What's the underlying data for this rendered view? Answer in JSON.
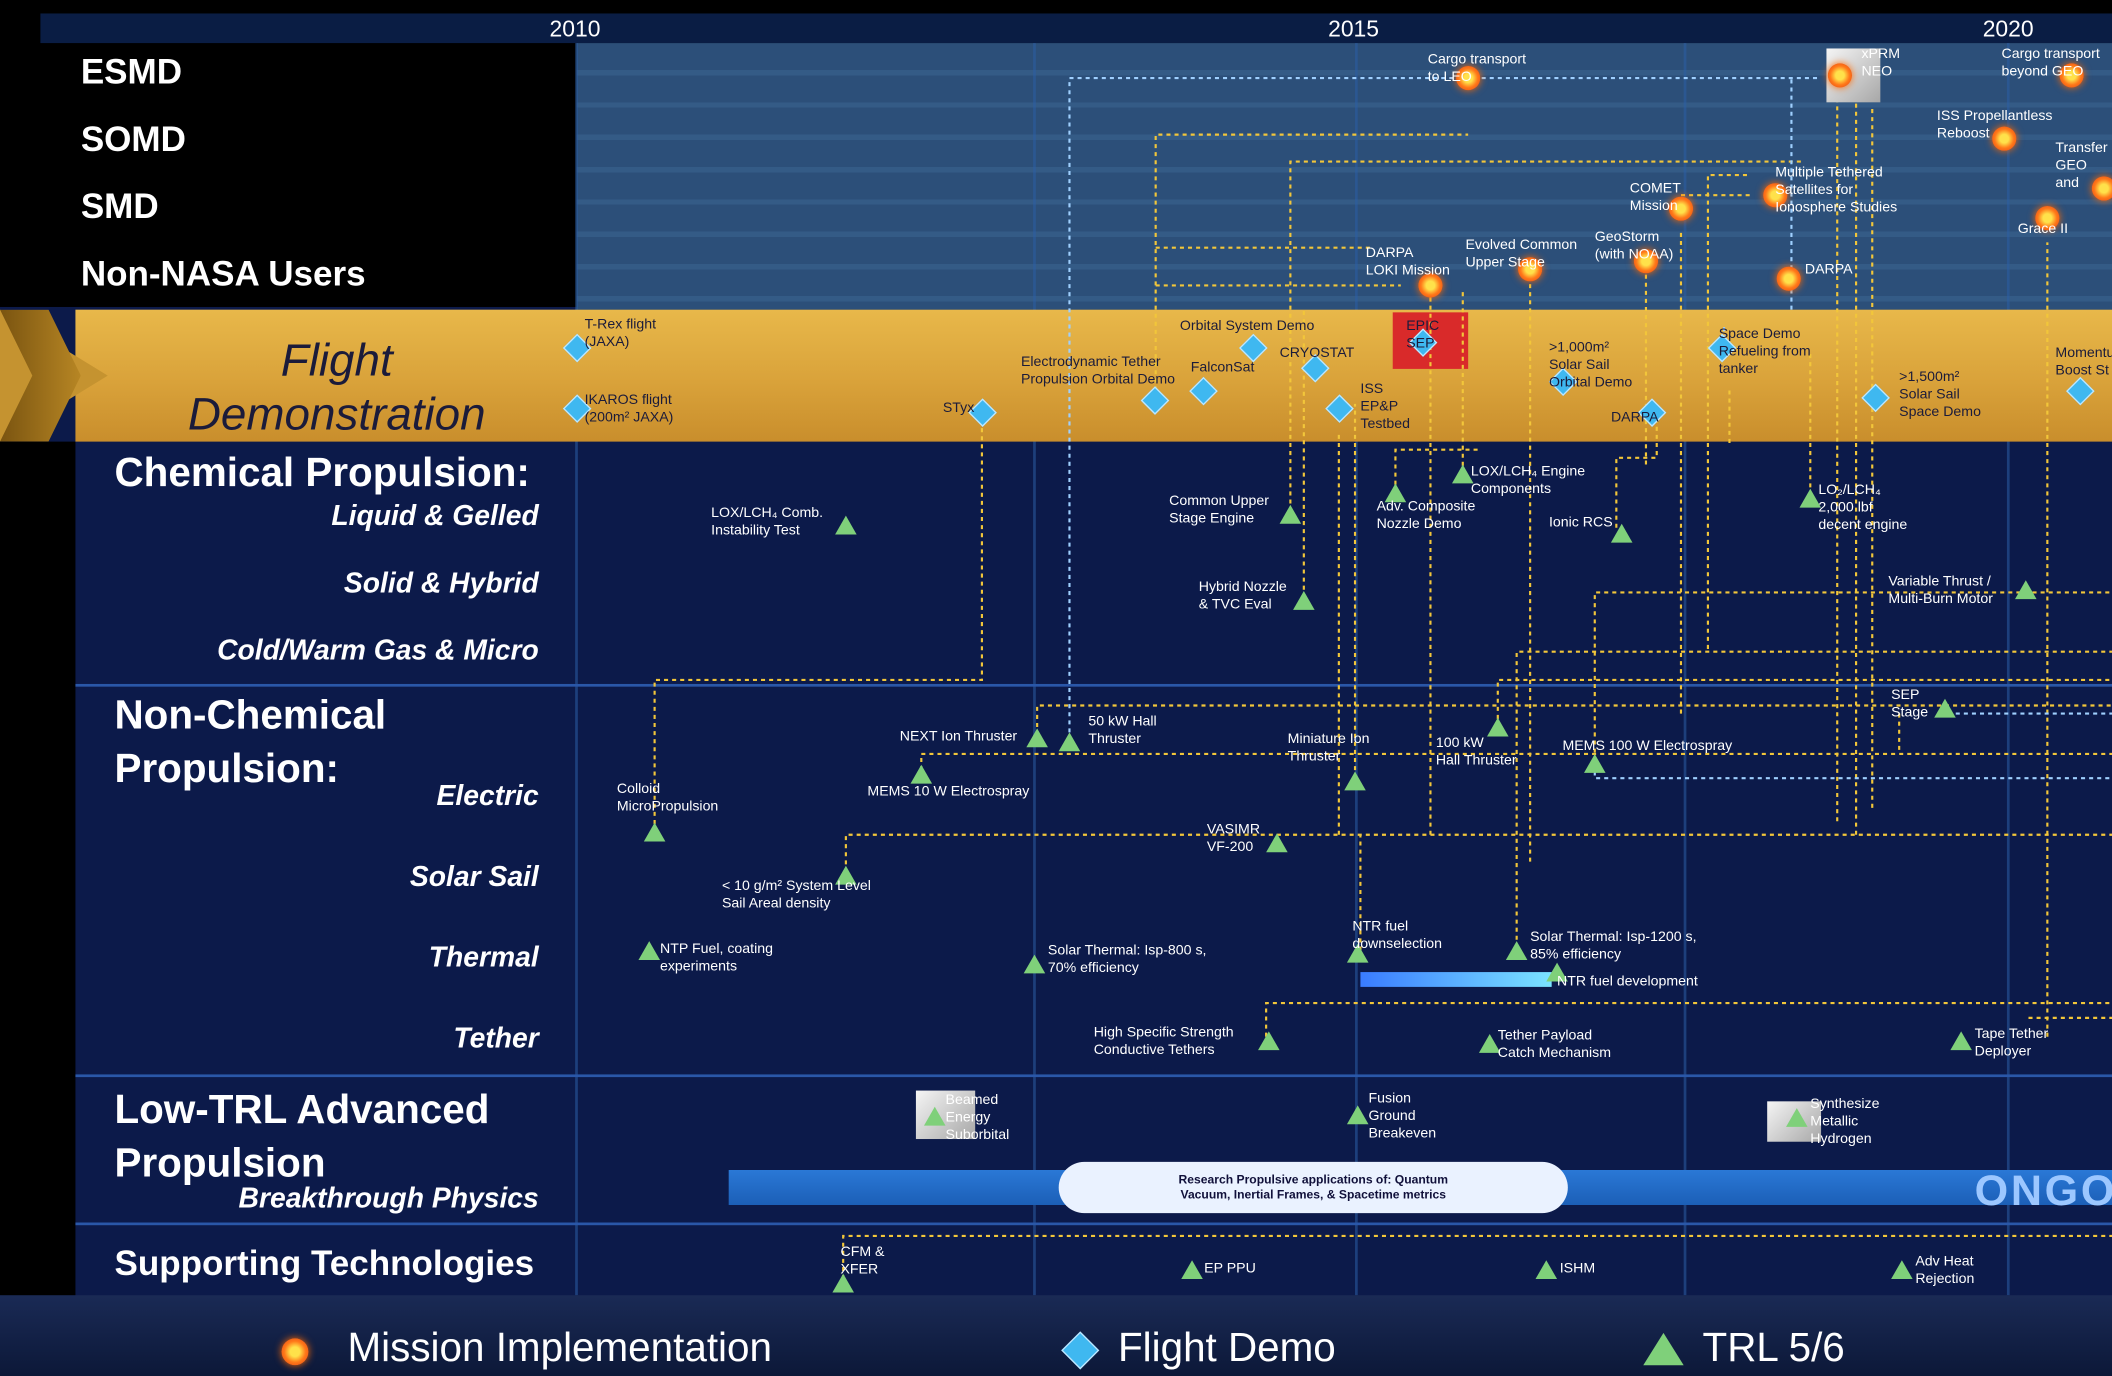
{
  "years": [
    "2010",
    "2015",
    "2020"
  ],
  "users": [
    "ESMD",
    "SOMD",
    "SMD",
    "Non-NASA Users"
  ],
  "flight_title": [
    "Flight",
    "Demonstration"
  ],
  "sections": {
    "chemical": {
      "title": "Chemical Propulsion:",
      "subs": [
        "Liquid  & Gelled",
        "Solid & Hybrid",
        "Cold/Warm Gas & Micro"
      ]
    },
    "nonchemical": {
      "title": [
        "Non-Chemical",
        "Propulsion:"
      ],
      "subs": [
        "Electric",
        "Solar Sail",
        "Thermal",
        "Tether"
      ]
    },
    "lowtrl": {
      "title": [
        "Low-TRL Advanced",
        "Propulsion"
      ],
      "subs": [
        "Breakthrough Physics"
      ]
    },
    "supporting": {
      "title": "Supporting Technologies"
    }
  },
  "missions": [
    {
      "label": [
        "Cargo transport",
        "to LEO"
      ]
    },
    {
      "label": [
        "xPRM",
        "NEO"
      ]
    },
    {
      "label": [
        "Cargo transport",
        "beyond GEO"
      ]
    },
    {
      "label": [
        "ISS Propellantless",
        "Reboost"
      ]
    },
    {
      "label": [
        "Transfer",
        "GEO and"
      ]
    },
    {
      "label": [
        "COMET",
        "Mission"
      ]
    },
    {
      "label": [
        "Multiple Tethered",
        "Satellites for",
        "Ionosphere Studies"
      ]
    },
    {
      "label": [
        "Grace II"
      ]
    },
    {
      "label": [
        "DARPA",
        "LOKI Mission"
      ]
    },
    {
      "label": [
        "Evolved Common",
        "Upper Stage"
      ]
    },
    {
      "label": [
        "GeoStorm",
        "(with NOAA)"
      ]
    },
    {
      "label": [
        "DARPA"
      ]
    }
  ],
  "flight_demos": [
    {
      "label": [
        "T-Rex flight",
        "(JAXA)"
      ]
    },
    {
      "label": [
        "IKAROS flight",
        "(200m² JAXA)"
      ]
    },
    {
      "label": [
        "STyx"
      ]
    },
    {
      "label": [
        "Electrodynamic Tether",
        "Propulsion Orbital Demo"
      ]
    },
    {
      "label": [
        "FalconSat"
      ]
    },
    {
      "label": [
        "Orbital System Demo"
      ]
    },
    {
      "label": [
        "CRYOSTAT"
      ]
    },
    {
      "label": [
        "ISS",
        "EP&P",
        "Testbed"
      ]
    },
    {
      "label": [
        "EPIC",
        "SEP"
      ]
    },
    {
      "label": [
        ">1,000m²",
        "Solar Sail",
        "Orbital Demo"
      ]
    },
    {
      "label": [
        "DARPA"
      ]
    },
    {
      "label": [
        "Space Demo",
        "Refueling from",
        "tanker"
      ]
    },
    {
      "label": [
        ">1,500m²",
        "Solar Sail",
        "Space Demo"
      ]
    },
    {
      "label": [
        "Momentum",
        "Boost St"
      ]
    }
  ],
  "trl": [
    {
      "label": [
        "LOX/LCH₄ Comb.",
        "Instability Test"
      ]
    },
    {
      "label": [
        "Common Upper",
        "Stage Engine"
      ]
    },
    {
      "label": [
        "Adv. Composite",
        "Nozzle Demo"
      ]
    },
    {
      "label": [
        "LOX/LCH₄ Engine",
        "Components"
      ]
    },
    {
      "label": [
        "Ionic RCS"
      ]
    },
    {
      "label": [
        "LO₂/LCH₄",
        "2,000 lbf",
        "decent engine"
      ]
    },
    {
      "label": [
        "Hybrid Nozzle",
        "& TVC Eval"
      ]
    },
    {
      "label": [
        "Variable Thrust /",
        "Multi-Burn Motor"
      ]
    },
    {
      "label": [
        "NEXT Ion Thruster"
      ]
    },
    {
      "label": [
        "50 kW Hall",
        "Thruster"
      ]
    },
    {
      "label": [
        "MEMS 10 W Electrospray"
      ]
    },
    {
      "label": [
        "Colloid",
        "MicroPropulsion"
      ]
    },
    {
      "label": [
        "Miniature Ion",
        "Thruster"
      ]
    },
    {
      "label": [
        "100 kW",
        "Hall Thruster"
      ]
    },
    {
      "label": [
        "MEMS 100 W Electrospray"
      ]
    },
    {
      "label": [
        "SEP",
        "Stage"
      ]
    },
    {
      "label": [
        "VASIMR",
        "VF-200"
      ]
    },
    {
      "label": [
        "< 10 g/m² System Level",
        "Sail Areal density"
      ]
    },
    {
      "label": [
        "NTP Fuel, coating",
        "experiments"
      ]
    },
    {
      "label": [
        "Solar Thermal: Isp-800 s,",
        "70% efficiency"
      ]
    },
    {
      "label": [
        "NTR fuel",
        "downselection"
      ]
    },
    {
      "label": [
        "Solar Thermal: Isp-1200 s,",
        "85% efficiency"
      ]
    },
    {
      "label": [
        "NTR fuel development"
      ]
    },
    {
      "label": [
        "High Specific Strength",
        "Conductive Tethers"
      ]
    },
    {
      "label": [
        "Tether Payload",
        "Catch Mechanism"
      ]
    },
    {
      "label": [
        "Tape Tether",
        "Deployer"
      ]
    },
    {
      "label": [
        "Beamed",
        "Energy",
        "Suborbital"
      ]
    },
    {
      "label": [
        "Fusion",
        "Ground",
        "Breakeven"
      ]
    },
    {
      "label": [
        "Synthesize",
        "Metallic",
        "Hydrogen"
      ]
    },
    {
      "label": [
        "CFM &",
        "XFER"
      ]
    },
    {
      "label": [
        "EP PPU"
      ]
    },
    {
      "label": [
        "ISHM"
      ]
    },
    {
      "label": [
        "Adv Heat",
        "Rejection"
      ]
    }
  ],
  "ongoing_bar": {
    "cloud_text": [
      "Research Propulsive applications of: Quantum",
      "Vacuum, Inertial Frames, & Spacetime metrics"
    ],
    "trailing": "ONGO"
  },
  "legend": [
    "Mission Implementation",
    "Flight Demo",
    "TRL 5/6"
  ],
  "colors": {
    "flight_band": "#d9a23a",
    "background": "#0c1a4a",
    "link": "#f2c63a",
    "diamond": "#3fb8f0",
    "triangle": "#7fd07a"
  }
}
